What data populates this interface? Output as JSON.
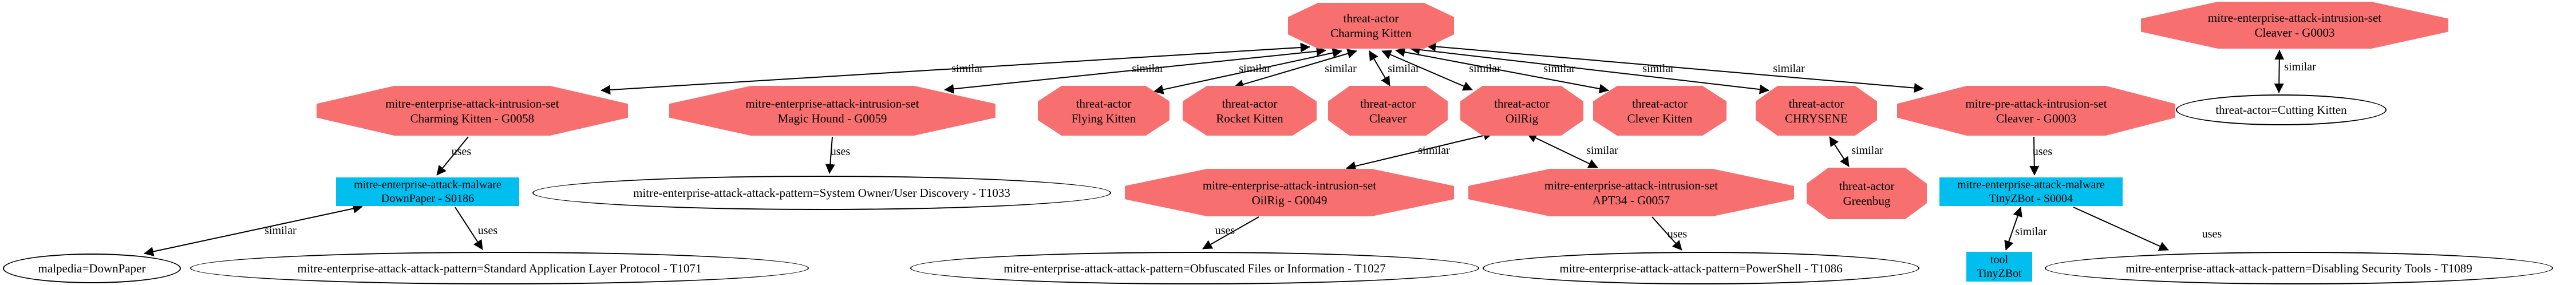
{
  "graph": {
    "description_colors": {
      "threat_actor_and_intrusion_set_node": "#F86F6F",
      "malware_and_tool_node": "#00BFEF",
      "attack_pattern_node_fill": "#FFFFFF",
      "edge_color": "#000000",
      "background": "#FFFFFF"
    }
  },
  "nodes": {
    "charming_kitten_actor": {
      "line1": "threat-actor",
      "line2": "Charming Kitten"
    },
    "cleaver_enterprise": {
      "line1": "mitre-enterprise-attack-intrusion-set",
      "line2": "Cleaver - G0003"
    },
    "charming_kitten_g0058": {
      "line1": "mitre-enterprise-attack-intrusion-set",
      "line2": "Charming Kitten - G0058"
    },
    "magic_hound_g0059": {
      "line1": "mitre-enterprise-attack-intrusion-set",
      "line2": "Magic Hound - G0059"
    },
    "flying_kitten": {
      "line1": "threat-actor",
      "line2": "Flying Kitten"
    },
    "rocket_kitten": {
      "line1": "threat-actor",
      "line2": "Rocket Kitten"
    },
    "cleaver_actor": {
      "line1": "threat-actor",
      "line2": "Cleaver"
    },
    "oilrig_actor": {
      "line1": "threat-actor",
      "line2": "OilRig"
    },
    "clever_kitten": {
      "line1": "threat-actor",
      "line2": "Clever Kitten"
    },
    "chrysene": {
      "line1": "threat-actor",
      "line2": "CHRYSENE"
    },
    "cleaver_pre_attack": {
      "line1": "mitre-pre-attack-intrusion-set",
      "line2": "Cleaver - G0003"
    },
    "cutting_kitten": {
      "label": "threat-actor=Cutting Kitten"
    },
    "downpaper_malware": {
      "line1": "mitre-enterprise-attack-malware",
      "line2": "DownPaper - S0186"
    },
    "t1033": {
      "label": "mitre-enterprise-attack-attack-pattern=System Owner/User Discovery - T1033"
    },
    "oilrig_g0049": {
      "line1": "mitre-enterprise-attack-intrusion-set",
      "line2": "OilRig - G0049"
    },
    "apt34_g0057": {
      "line1": "mitre-enterprise-attack-intrusion-set",
      "line2": "APT34 - G0057"
    },
    "greenbug": {
      "line1": "threat-actor",
      "line2": "Greenbug"
    },
    "tinyzbot_malware": {
      "line1": "mitre-enterprise-attack-malware",
      "line2": "TinyZBot - S0004"
    },
    "malpedia_downpaper": {
      "label": "malpedia=DownPaper"
    },
    "t1071": {
      "label": "mitre-enterprise-attack-attack-pattern=Standard Application Layer Protocol - T1071"
    },
    "t1027": {
      "label": "mitre-enterprise-attack-attack-pattern=Obfuscated Files or Information - T1027"
    },
    "t1086": {
      "label": "mitre-enterprise-attack-attack-pattern=PowerShell - T1086"
    },
    "tool_tinyzbot": {
      "line1": "tool",
      "line2": "TinyZBot"
    },
    "t1089": {
      "label": "mitre-enterprise-attack-attack-pattern=Disabling Security Tools - T1089"
    }
  },
  "edges": [
    {
      "label": "similar",
      "from": "threat-actor Charming Kitten",
      "to": "mitre-enterprise-attack-intrusion-set Charming Kitten - G0058"
    },
    {
      "label": "similar",
      "from": "threat-actor Charming Kitten",
      "to": "mitre-enterprise-attack-intrusion-set Magic Hound - G0059"
    },
    {
      "label": "similar",
      "from": "threat-actor Charming Kitten",
      "to": "threat-actor Flying Kitten"
    },
    {
      "label": "similar",
      "from": "threat-actor Charming Kitten",
      "to": "threat-actor Rocket Kitten"
    },
    {
      "label": "similar",
      "from": "threat-actor Charming Kitten",
      "to": "threat-actor Cleaver"
    },
    {
      "label": "similar",
      "from": "threat-actor Charming Kitten",
      "to": "threat-actor OilRig"
    },
    {
      "label": "similar",
      "from": "threat-actor Charming Kitten",
      "to": "threat-actor Clever Kitten"
    },
    {
      "label": "similar",
      "from": "threat-actor Charming Kitten",
      "to": "threat-actor CHRYSENE"
    },
    {
      "label": "similar",
      "from": "threat-actor Charming Kitten",
      "to": "mitre-pre-attack-intrusion-set Cleaver - G0003"
    },
    {
      "label": "uses",
      "from": "mitre-enterprise-attack-intrusion-set Charming Kitten - G0058",
      "to": "mitre-enterprise-attack-malware DownPaper - S0186"
    },
    {
      "label": "uses",
      "from": "mitre-enterprise-attack-intrusion-set Magic Hound - G0059",
      "to": "mitre-enterprise-attack-attack-pattern=System Owner/User Discovery - T1033"
    },
    {
      "label": "uses",
      "from": "mitre-pre-attack-intrusion-set Cleaver - G0003",
      "to": "mitre-enterprise-attack-malware TinyZBot - S0004"
    },
    {
      "label": "similar",
      "from": "threat-actor OilRig",
      "to": "mitre-enterprise-attack-intrusion-set OilRig - G0049"
    },
    {
      "label": "similar",
      "from": "threat-actor OilRig",
      "to": "mitre-enterprise-attack-intrusion-set APT34 - G0057"
    },
    {
      "label": "similar",
      "from": "threat-actor CHRYSENE",
      "to": "threat-actor Greenbug"
    },
    {
      "label": "similar",
      "from": "mitre-enterprise-attack-malware DownPaper - S0186",
      "to": "malpedia=DownPaper"
    },
    {
      "label": "uses",
      "from": "mitre-enterprise-attack-malware DownPaper - S0186",
      "to": "mitre-enterprise-attack-attack-pattern=Standard Application Layer Protocol - T1071"
    },
    {
      "label": "uses",
      "from": "mitre-enterprise-attack-intrusion-set OilRig - G0049",
      "to": "mitre-enterprise-attack-attack-pattern=Obfuscated Files or Information - T1027"
    },
    {
      "label": "uses",
      "from": "mitre-enterprise-attack-intrusion-set APT34 - G0057",
      "to": "mitre-enterprise-attack-attack-pattern=PowerShell - T1086"
    },
    {
      "label": "similar",
      "from": "mitre-enterprise-attack-malware TinyZBot - S0004",
      "to": "tool TinyZBot"
    },
    {
      "label": "uses",
      "from": "mitre-enterprise-attack-malware TinyZBot - S0004",
      "to": "mitre-enterprise-attack-attack-pattern=Disabling Security Tools - T1089"
    },
    {
      "label": "similar",
      "from": "mitre-enterprise-attack-intrusion-set Cleaver - G0003",
      "to": "threat-actor=Cutting Kitten"
    }
  ]
}
